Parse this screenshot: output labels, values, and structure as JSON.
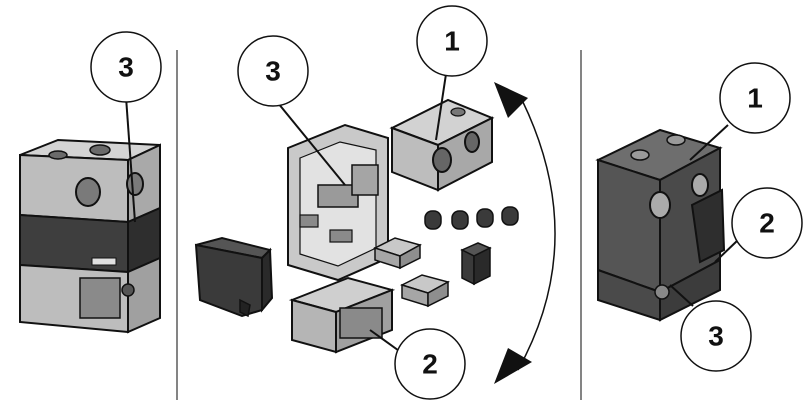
{
  "callouts": {
    "left_3": "3",
    "middle_3": "3",
    "middle_1": "1",
    "middle_2": "2",
    "right_1": "1",
    "right_2": "2",
    "right_3": "3"
  },
  "colors": {
    "light_body": "#c8c8c8",
    "mid_body": "#9a9a9a",
    "dark_body": "#3c3c3c",
    "outline": "#111111"
  }
}
